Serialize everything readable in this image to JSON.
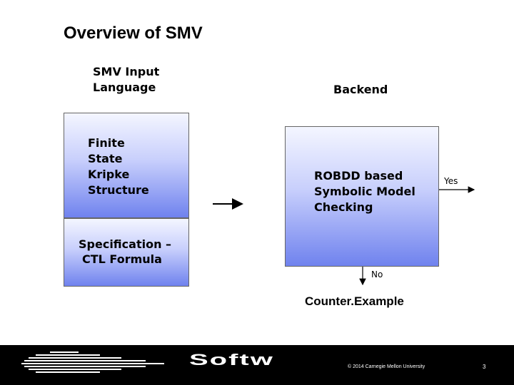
{
  "slide": {
    "title": "Overview of SMV"
  },
  "diagram": {
    "input_label_line1": "SMV Input",
    "input_label_line2": "Language",
    "backend_label": "Backend",
    "kripke_lines": [
      "Finite",
      "State",
      "Kripke",
      "Structure"
    ],
    "spec_line1": "Specification –",
    "spec_line2": "CTL Formula",
    "robdd_lines": [
      "ROBDD based",
      "Symbolic Model",
      "Checking"
    ],
    "yes_label": "Yes",
    "no_label": "No",
    "counterexample": "Counter.Example",
    "box_gradient": [
      "#f4f6ff",
      "#c8cffc",
      "#6f82ee"
    ]
  },
  "footer": {
    "brand": "Softw",
    "copyright": "© 2014 Carnegie Mellon University",
    "page_number": "3"
  }
}
